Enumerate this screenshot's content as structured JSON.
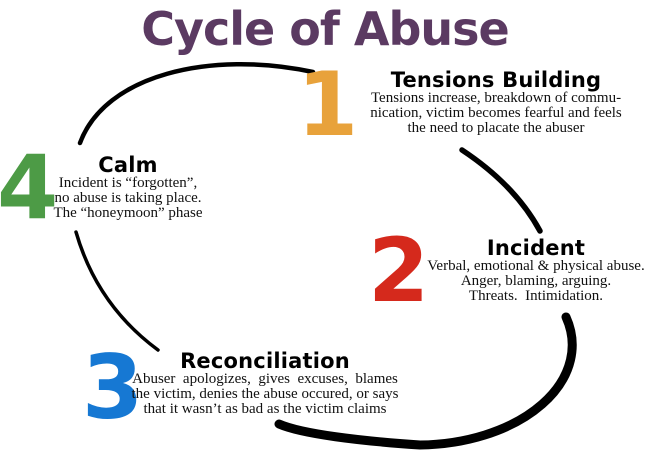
{
  "title": {
    "text": "Cycle of Abuse",
    "color": "#5b3a62"
  },
  "arc_color": "#000000",
  "stages": [
    {
      "id": "tensions-building",
      "number": "1",
      "number_color": "#e8a23b",
      "heading": "Tensions Building",
      "lines": [
        "Tensions increase, breakdown of commu-",
        "nication, victim becomes fearful and feels",
        "the need to placate the abuser"
      ]
    },
    {
      "id": "incident",
      "number": "2",
      "number_color": "#d5291c",
      "heading": "Incident",
      "lines": [
        "Verbal, emotional & physical abuse.",
        "Anger, blaming, arguing.",
        "Threats.  Intimidation."
      ]
    },
    {
      "id": "reconciliation",
      "number": "3",
      "number_color": "#1678d3",
      "heading": "Reconciliation",
      "lines": [
        "Abuser  apologizes,  gives  excuses,  blames",
        "the victim, denies the abuse occured, or says",
        "that it wasn’t as bad as the victim claims"
      ]
    },
    {
      "id": "calm",
      "number": "4",
      "number_color": "#4d9b46",
      "heading": "Calm",
      "lines": [
        "Incident is “forgotten”,",
        "no abuse is taking place.",
        "The “honeymoon” phase"
      ]
    }
  ]
}
